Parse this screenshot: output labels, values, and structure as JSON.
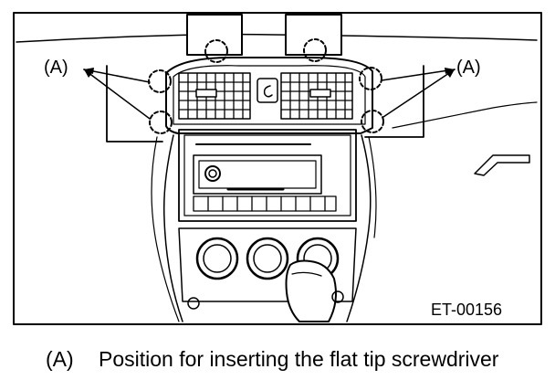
{
  "callout_label": "(A)",
  "figure_code": "ET-00156",
  "caption": {
    "key": "(A)",
    "text": "Position for inserting the flat tip screwdriver"
  }
}
